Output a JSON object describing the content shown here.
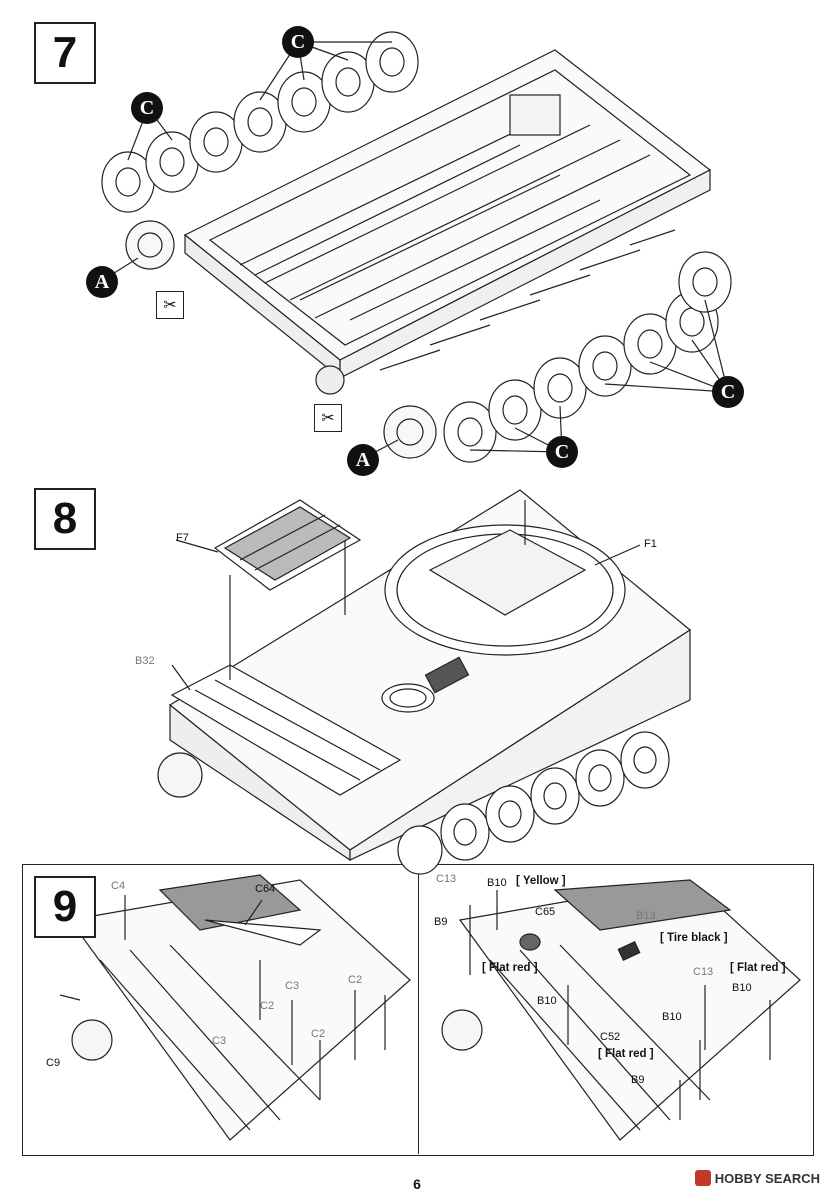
{
  "steps": [
    {
      "number": "7"
    },
    {
      "number": "8"
    },
    {
      "number": "9"
    }
  ],
  "step7": {
    "callouts": [
      "C",
      "C",
      "C",
      "C",
      "A",
      "A"
    ]
  },
  "step8": {
    "labels": {
      "f7": "F7",
      "f1": "F1",
      "b32": "B32"
    }
  },
  "step9": {
    "left_labels": {
      "c4": "C4",
      "c64": "C64",
      "c9": "C9",
      "c2a": "C2",
      "c2b": "C2",
      "c2c": "C2",
      "c3a": "C3",
      "c3b": "C3"
    },
    "right_labels": {
      "c13a": "C13",
      "b10a": "B10",
      "b9a": "B9",
      "c65": "C65",
      "b13": "B13",
      "b10b": "B10",
      "c52": "C52",
      "c13b": "C13",
      "b10c": "B10",
      "b10d": "B10",
      "b9b": "B9"
    },
    "paint": {
      "yellow": "[ Yellow ]",
      "tire_black": "[ Tire black ]",
      "flat_red_a": "[ Flat red ]",
      "flat_red_b": "[ Flat red ]",
      "flat_red_c": "[ Flat red ]"
    }
  },
  "footer": {
    "page_number": "6",
    "watermark": "HOBBY SEARCH"
  },
  "icons": [
    "no-glue-icon",
    "no-glue-icon"
  ]
}
